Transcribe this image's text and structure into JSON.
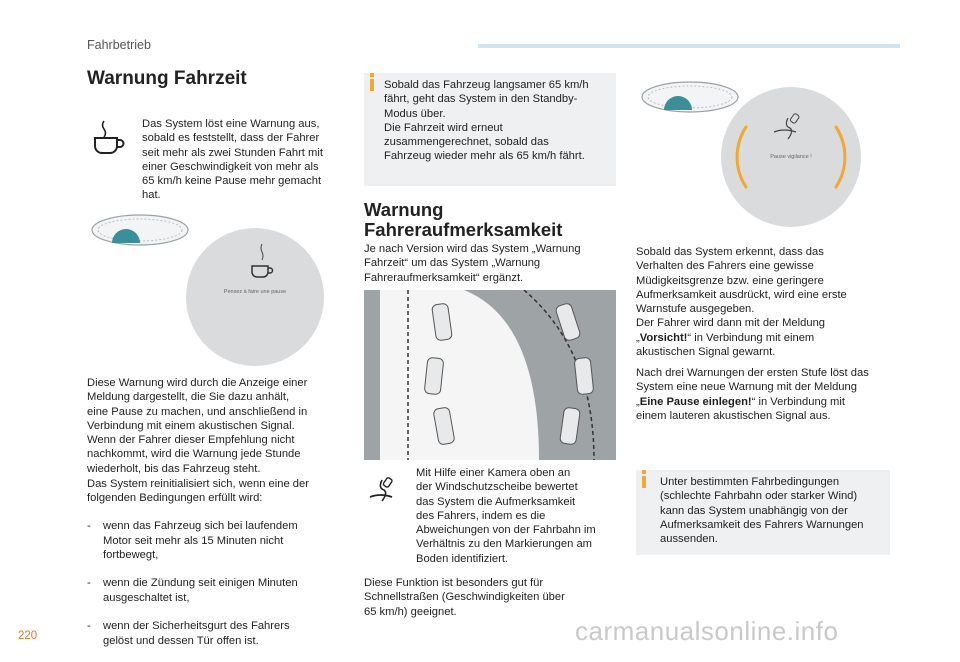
{
  "header": {
    "section": "Fahrbetrieb"
  },
  "page_number": "220",
  "watermark": "carmanualsonline.info",
  "col1": {
    "title": "Warnung Fahrzeit",
    "intro": "Das System löst eine Warnung aus,\nsobald es feststellt, dass der Fahrer\nseit mehr als zwei Stunden Fahrt mit\neiner Geschwindigkeit von mehr als\n65 km/h keine Pause mehr gemacht\nhat.",
    "display_message": "Pensez à faire une pause",
    "para1": "Diese Warnung wird durch die Anzeige einer\nMeldung dargestellt, die Sie dazu anhält,\neine Pause zu machen, und anschließend in\nVerbindung mit einem akustischen Signal.\nWenn der Fahrer dieser Empfehlung nicht\nnachkommt, wird die Warnung jede Stunde\nwiederholt, bis das Fahrzeug steht.",
    "para2": "Das System reinitialisiert sich, wenn eine der\nfolgenden Bedingungen erfüllt wird:",
    "list": [
      "wenn das Fahrzeug sich bei laufendem\nMotor seit mehr als 15 Minuten nicht\nfortbewegt,",
      "wenn die Zündung seit einigen Minuten\nausgeschaltet ist,",
      "wenn der Sicherheitsgurt des Fahrers\ngelöst und dessen Tür offen ist."
    ]
  },
  "col2": {
    "note": "Sobald das Fahrzeug langsamer 65 km/h\nfährt, geht das System in den Standby-\nModus über.\nDie Fahrzeit wird erneut\nzusammengerechnet, sobald das\nFahrzeug wieder mehr als 65 km/h fährt.",
    "title": "Warnung\nFahreraufmerksamkeit",
    "intro": "Je nach Version wird das System „Warnung\nFahrzeit“ um das System „Warnung\nFahreraufmerksamkeit“ ergänzt.",
    "camera_text": "Mit Hilfe einer Kamera oben an\nder Windschutzscheibe bewertet\ndas System die Aufmerksamkeit\ndes Fahrers, indem es die\nAbweichungen von der Fahrbahn im\nVerhältnis zu den Markierungen am\nBoden identifiziert.",
    "bottom": "Diese Funktion ist besonders gut für\nSchnellstraßen (Geschwindigkeiten über\n65 km/h) geeignet."
  },
  "col3": {
    "display_message": "Pause vigilance !",
    "para1_a": "Sobald das System erkennt, dass das\nVerhalten des Fahrers eine gewisse\nMüdigkeitsgrenze bzw. eine geringere\nAufmerksamkeit ausdrückt, wird eine erste\nWarnstufe ausgegeben.\nDer Fahrer wird dann mit der Meldung\n„",
    "para1_bold": "Vorsicht!",
    "para1_b": "“ in Verbindung mit einem\nakustischen Signal gewarnt.",
    "para2_a": "Nach drei Warnungen der ersten Stufe löst das\nSystem eine neue Warnung mit der Meldung\n„",
    "para2_bold": "Eine Pause einlegen!",
    "para2_b": "“ in Verbindung mit\neinem lauteren akustischen Signal aus.",
    "note": "Unter bestimmten Fahrbedingungen\n(schlechte Fahrbahn oder starker Wind)\nkann das System unabhängig von der\nAufmerksamkeit des Fahrers Warnungen\naussenden."
  },
  "colors": {
    "accent_orange": "#f0a830",
    "teal": "#3a8f98",
    "note_bg": "#eef0f1",
    "page_number": "#e07a1f"
  },
  "icons": [
    "coffee-cup-icon",
    "steering-alert-icon",
    "info-note-icon"
  ]
}
